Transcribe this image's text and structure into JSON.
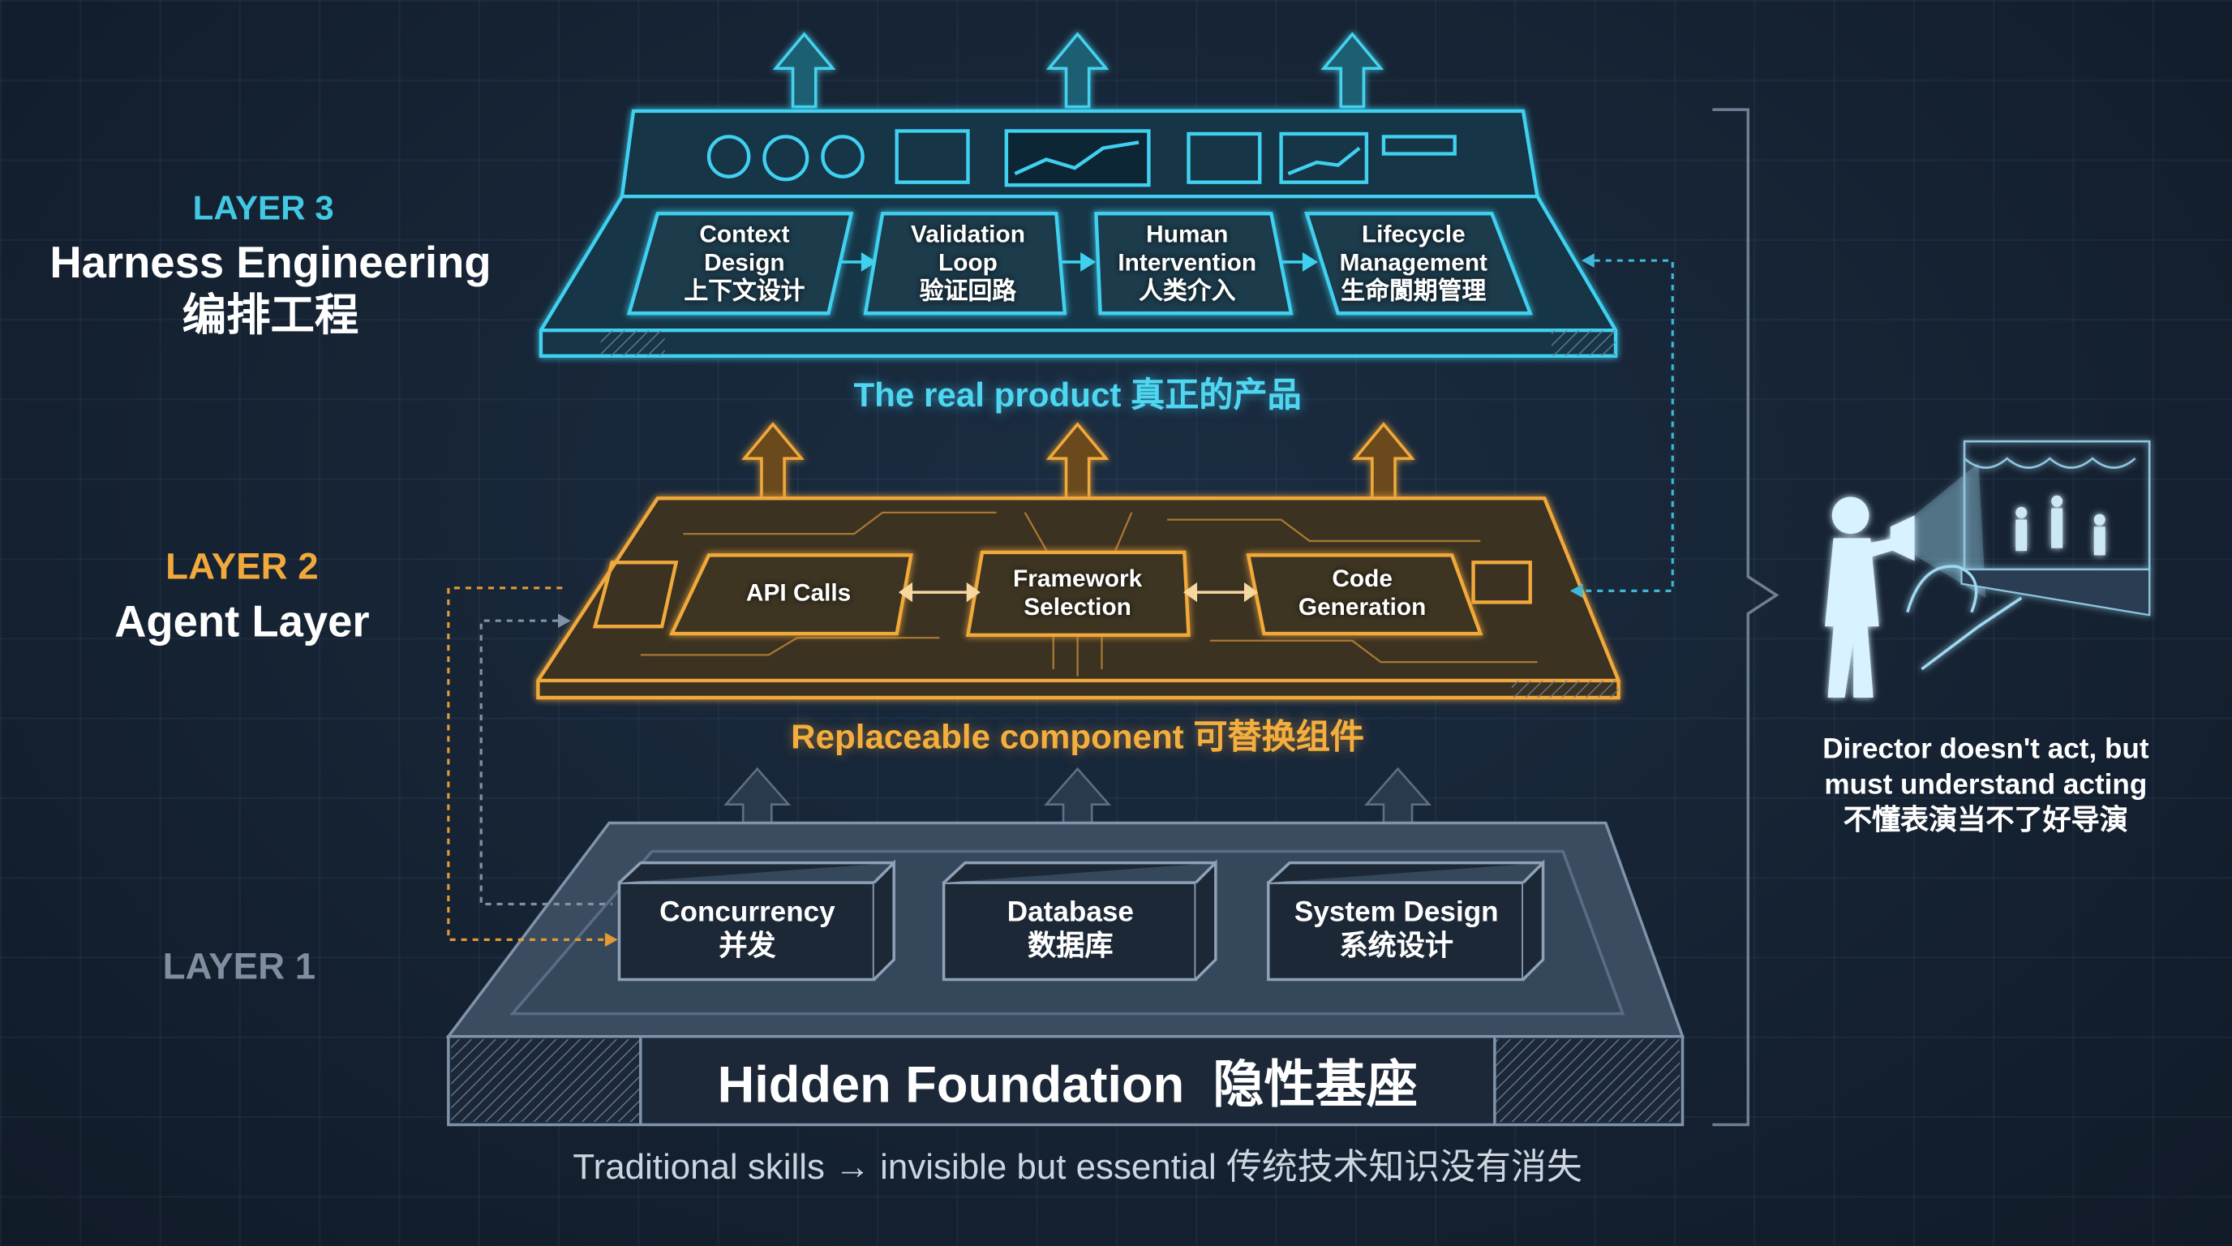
{
  "layers": {
    "layer3": {
      "tag": "LAYER 3",
      "title": "Harness Engineering",
      "title_zh": "编排工程",
      "caption": "The real product 真正的产品",
      "modules": [
        {
          "en1": "Context",
          "en2": "Design",
          "zh": "上下文设计"
        },
        {
          "en1": "Validation",
          "en2": "Loop",
          "zh": "验证回路"
        },
        {
          "en1": "Human",
          "en2": "Intervention",
          "zh": "人类介入"
        },
        {
          "en1": "Lifecycle",
          "en2": "Management",
          "zh": "生命閬期管理"
        }
      ]
    },
    "layer2": {
      "tag": "LAYER 2",
      "title": "Agent Layer",
      "caption": "Replaceable component 可替换组件",
      "modules": [
        {
          "en1": "API Calls",
          "en2": ""
        },
        {
          "en1": "Framework",
          "en2": "Selection"
        },
        {
          "en1": "Code",
          "en2": "Generation"
        }
      ]
    },
    "layer1": {
      "tag": "LAYER 1",
      "title": "Hidden Foundation  隐性基座",
      "caption": "Traditional skills → invisible but essential 传统技术知识没有消失",
      "modules": [
        {
          "en": "Concurrency",
          "zh": "并发"
        },
        {
          "en": "Database",
          "zh": "数据库"
        },
        {
          "en": "System Design",
          "zh": "系统设计"
        }
      ]
    }
  },
  "director": {
    "line1": "Director doesn't act, but",
    "line2": "must understand acting",
    "line3": "不懂表演当不了好导演"
  },
  "colors": {
    "cyan": "#41c8e4",
    "orange": "#f2a93b",
    "gray": "#7f8ea0",
    "background": "#14202f"
  }
}
